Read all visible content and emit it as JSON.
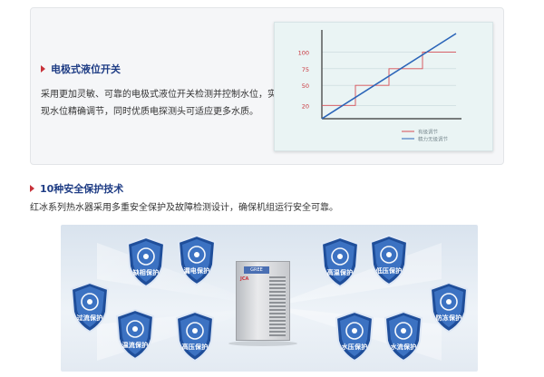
{
  "section1": {
    "title": "电极式液位开关",
    "desc_line1": "采用更加灵敏、可靠的电极式液位开关检测并控制水位，实",
    "desc_line2": "现水位精确调节，同时优质电探测头可适应更多水质。"
  },
  "chart_data": {
    "type": "line",
    "yticks": [
      20,
      50,
      75,
      100
    ],
    "ylim": [
      0,
      125
    ],
    "series": [
      {
        "name": "有级调节",
        "color": "#d64d55",
        "kind": "step"
      },
      {
        "name": "精力无级调节",
        "color": "#2a64b8",
        "kind": "linear"
      }
    ]
  },
  "section2": {
    "title": "10种安全保护技术",
    "desc": "红冰系列热水器采用多重安全保护及故障检测设计，确保机组运行安全可靠。"
  },
  "unit": {
    "brand": "GREE",
    "sub": "JCA"
  },
  "shields": [
    {
      "label": "缺相保护",
      "icon": "snowflake-grid-icon"
    },
    {
      "label": "漏电保护",
      "icon": "lightning-icon"
    },
    {
      "label": "过流保护",
      "icon": "power-off-icon"
    },
    {
      "label": "温流保护",
      "icon": "thermometer-icon"
    },
    {
      "label": "高压保护",
      "icon": "pressure-gauge-icon"
    },
    {
      "label": "低压保护",
      "icon": "gauge-icon"
    },
    {
      "label": "高温保护",
      "icon": "thermometer-high-icon"
    },
    {
      "label": "防冻保护",
      "icon": "snowflake-icon"
    },
    {
      "label": "水压保护",
      "icon": "water-drop-icon"
    },
    {
      "label": "水流保护",
      "icon": "water-wave-icon"
    }
  ],
  "colors": {
    "title": "#1f3d85",
    "accent": "#c8323a",
    "shield": "#2a5ca8"
  }
}
